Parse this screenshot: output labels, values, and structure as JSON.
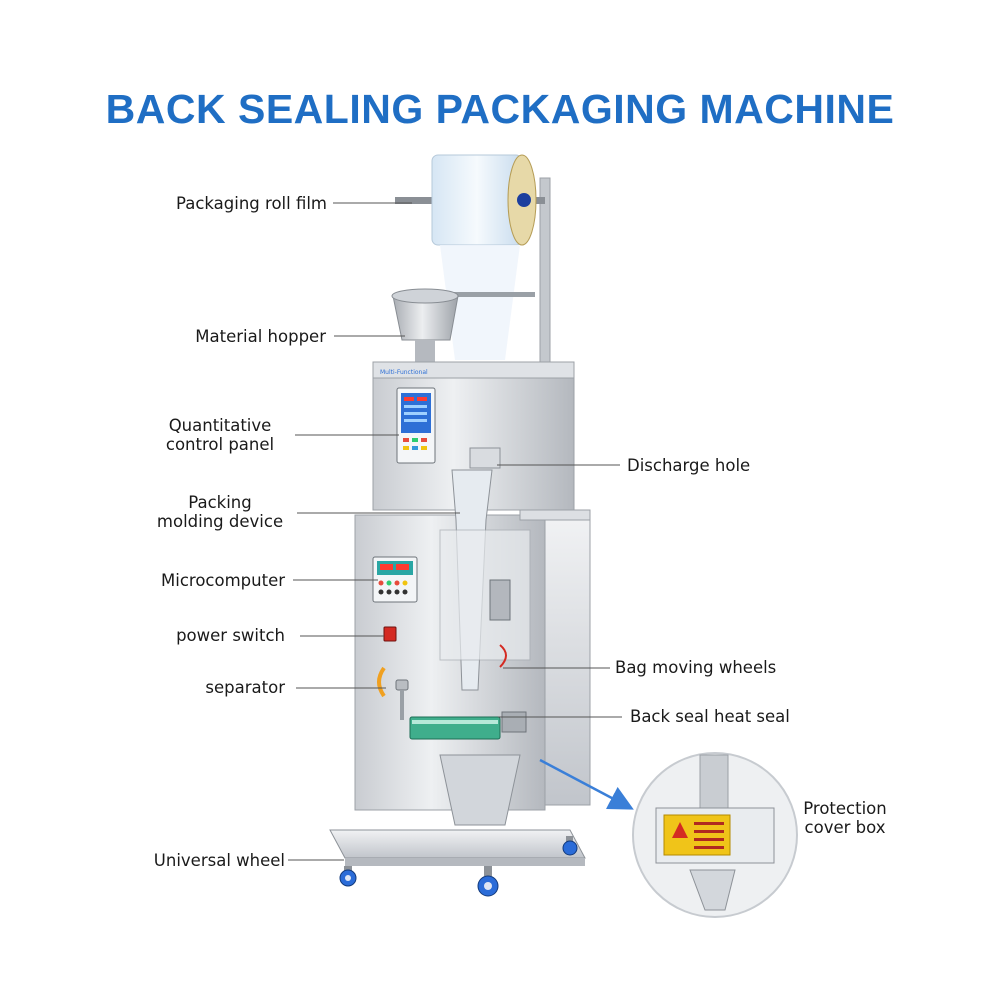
{
  "title": "BACK SEALING PACKAGING MACHINE",
  "labels": {
    "roll_film": "Packaging roll film",
    "hopper": "Material hopper",
    "control_panel_1": "Quantitative",
    "control_panel_2": "control panel",
    "discharge": "Discharge hole",
    "molding_1": "Packing",
    "molding_2": "molding device",
    "microcomputer": "Microcomputer",
    "power_switch": "power switch",
    "bag_wheels": "Bag moving wheels",
    "separator": "separator",
    "heat_seal": "Back seal heat seal",
    "protection_1": "Protection",
    "protection_2": "cover box",
    "universal_wheel": "Universal wheel"
  },
  "colors": {
    "title": "#1f6ec4",
    "steel_light": "#e4e6ea",
    "steel_mid": "#c3c7cd",
    "steel_dark": "#8d9298",
    "panel_blue": "#2d6fd6",
    "switch_red": "#d42a22",
    "wheel_blue": "#2b6cd8",
    "callout_arrow": "#3a7fd8",
    "warning_yellow": "#f0c419"
  },
  "icons": {
    "switch": "red-square-switch",
    "wheel": "caster-wheel-icon",
    "arrow": "callout-arrow"
  }
}
